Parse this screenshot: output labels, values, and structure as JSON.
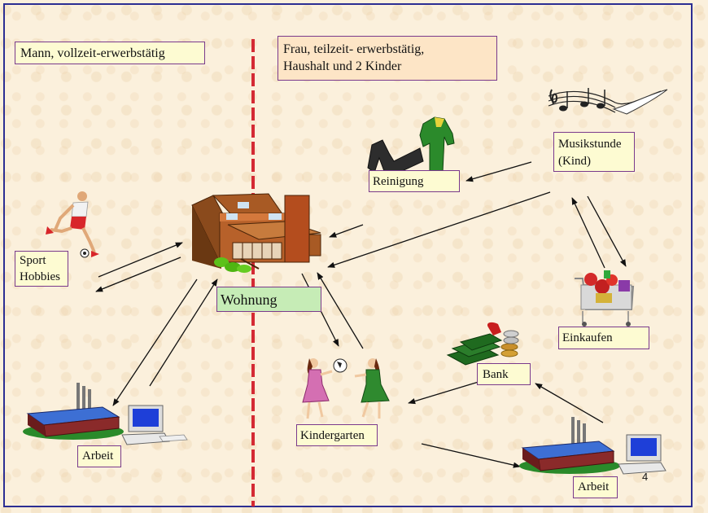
{
  "labels": {
    "mann": "Mann, vollzeit-erwerbstätig",
    "frau_line1": "Frau, teilzeit- erwerbstätig,",
    "frau_line2": "Haushalt und 2 Kinder",
    "musik_line1": "Musikstunde",
    "musik_line2": "(Kind)",
    "reinigung": "Reinigung",
    "sport_line1": "Sport",
    "sport_line2": "Hobbies",
    "wohnung": "Wohnung",
    "einkaufen": "Einkaufen",
    "bank": "Bank",
    "kindergarten": "Kindergarten",
    "arbeit_left": "Arbeit",
    "arbeit_right": "Arbeit"
  },
  "page_number": "4",
  "icons": [
    "music-notes-icon",
    "laundry-clothes-icon",
    "soccer-player-icon",
    "house-icon",
    "shopping-cart-icon",
    "money-stack-icon",
    "children-playing-icon",
    "factory-icon",
    "computer-icon"
  ],
  "colors": {
    "frame": "#2c2e93",
    "divider": "#d42a34",
    "arrow": "#111111",
    "box_yellow": "#fdfbd2",
    "box_green": "#c6ecb6",
    "box_peach": "#fde5c6",
    "box_border": "#7a3a8c"
  }
}
